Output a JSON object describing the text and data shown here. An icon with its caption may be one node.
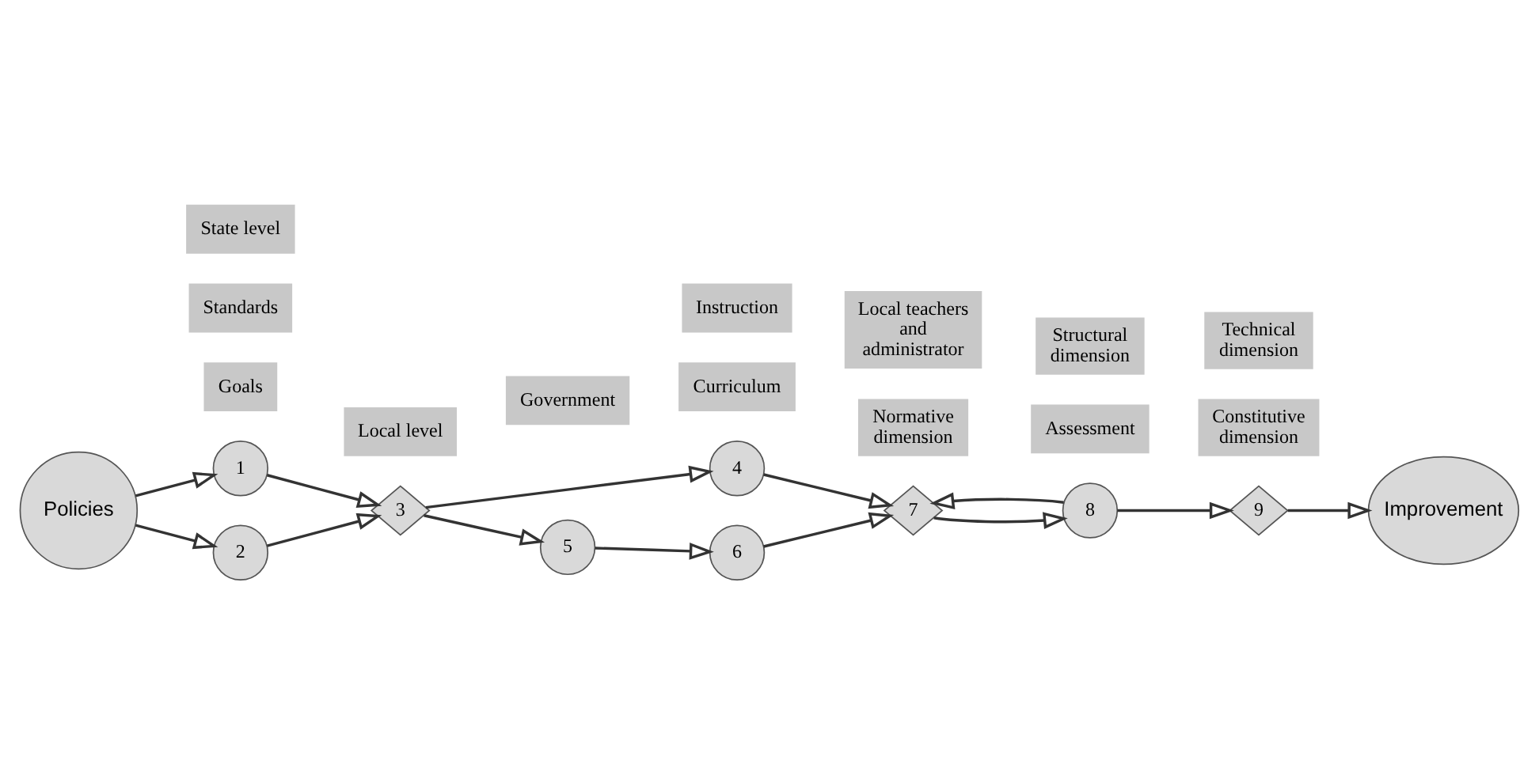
{
  "diagram": {
    "nodes": [
      {
        "text": [
          "Policies"
        ]
      },
      {
        "text": [
          "1"
        ]
      },
      {
        "text": [
          "2"
        ]
      },
      {
        "text": [
          "3"
        ]
      },
      {
        "text": [
          "4"
        ]
      },
      {
        "text": [
          "5"
        ]
      },
      {
        "text": [
          "6"
        ]
      },
      {
        "text": [
          "7"
        ]
      },
      {
        "text": [
          "8"
        ]
      },
      {
        "text": [
          "9"
        ]
      },
      {
        "text": [
          "Improvement"
        ]
      },
      {
        "text": [
          "Goals"
        ]
      },
      {
        "text": [
          "Standards"
        ]
      },
      {
        "text": [
          "State level"
        ]
      },
      {
        "text": [
          "Local level"
        ]
      },
      {
        "text": [
          "Curriculum"
        ]
      },
      {
        "text": [
          "Government"
        ]
      },
      {
        "text": [
          "Instruction"
        ]
      },
      {
        "text": [
          "Normative dimension"
        ]
      },
      {
        "text": [
          "Local teachers and administrator"
        ]
      },
      {
        "text": [
          "Assessment"
        ]
      },
      {
        "text": [
          "Structural dimension"
        ]
      },
      {
        "text": [
          "Constitutive dimension"
        ]
      },
      {
        "text": [
          "Technical dimension"
        ]
      }
    ],
    "edges": [
      {
        "from": 0,
        "to": 1,
        "arrow": "to"
      },
      {
        "from": 0,
        "to": 2,
        "arrow": "to"
      },
      {
        "from": 1,
        "to": 3,
        "arrow": "to"
      },
      {
        "from": 2,
        "to": 3,
        "arrow": "to"
      },
      {
        "from": 3,
        "to": 4,
        "arrow": "to"
      },
      {
        "from": 3,
        "to": 5,
        "arrow": "to"
      },
      {
        "from": 4,
        "to": 7,
        "arrow": "to"
      },
      {
        "from": 5,
        "to": 6,
        "arrow": "to"
      },
      {
        "from": 6,
        "to": 7,
        "arrow": "to"
      },
      {
        "from": 7,
        "to": 8,
        "arrow": "to"
      },
      {
        "from": 8,
        "to": 7,
        "arrow": "to"
      },
      {
        "from": 8,
        "to": 9,
        "arrow": "to"
      },
      {
        "from": 9,
        "to": 10,
        "arrow": "to"
      }
    ]
  }
}
